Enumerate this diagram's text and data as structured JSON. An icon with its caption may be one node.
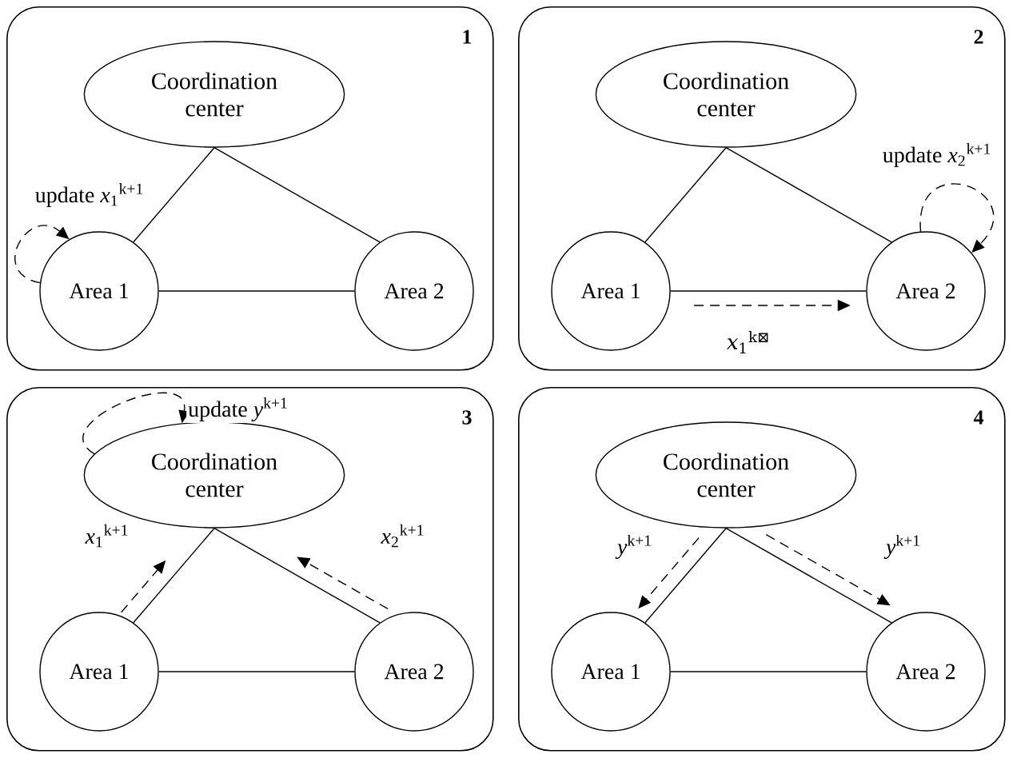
{
  "diagram": {
    "nodes": [
      {
        "text": [
          "1"
        ]
      },
      {
        "text": [
          "Coordination center"
        ],
        "in": 0
      },
      {
        "text": [
          "Area 1"
        ],
        "in": 0
      },
      {
        "text": [
          "Area 2"
        ],
        "in": 0
      },
      {
        "text": [
          "2"
        ]
      },
      {
        "text": [
          "Coordination center"
        ],
        "in": 4
      },
      {
        "text": [
          "Area 1"
        ],
        "in": 4
      },
      {
        "text": [
          "Area 2"
        ],
        "in": 4
      },
      {
        "text": [
          "3"
        ]
      },
      {
        "text": [
          "Coordination center"
        ],
        "in": 8
      },
      {
        "text": [
          "Area 1"
        ],
        "in": 8
      },
      {
        "text": [
          "Area 2"
        ],
        "in": 8
      },
      {
        "text": [
          "4"
        ]
      },
      {
        "text": [
          "Coordination center"
        ],
        "in": 12
      },
      {
        "text": [
          "Area 1"
        ],
        "in": 12
      },
      {
        "text": [
          "Area 2"
        ],
        "in": 12
      }
    ],
    "edges": [
      {
        "from": 1,
        "to": 2,
        "arrow": "none"
      },
      {
        "from": 1,
        "to": 3,
        "arrow": "none"
      },
      {
        "from": 2,
        "to": 3,
        "arrow": "none"
      },
      {
        "from": 2,
        "to": 2,
        "arrow": "to",
        "style": "dashed",
        "label": "update *x*$_{1}$$^{k+1}$"
      },
      {
        "from": 5,
        "to": 6,
        "arrow": "none"
      },
      {
        "from": 5,
        "to": 7,
        "arrow": "none"
      },
      {
        "from": 6,
        "to": 7,
        "arrow": "none"
      },
      {
        "from": 6,
        "to": 7,
        "arrow": "to",
        "style": "dashed",
        "label": "*x*$_{1}$$^{k⊠}$"
      },
      {
        "from": 7,
        "to": 7,
        "arrow": "to",
        "style": "dashed",
        "label": "update *x*$_{2}$$^{k+1}$"
      },
      {
        "from": 9,
        "to": 10,
        "arrow": "none"
      },
      {
        "from": 9,
        "to": 11,
        "arrow": "none"
      },
      {
        "from": 10,
        "to": 11,
        "arrow": "none"
      },
      {
        "from": 9,
        "to": 9,
        "arrow": "to",
        "style": "dashed",
        "label": "update *y*$^{k+1}$"
      },
      {
        "from": 10,
        "to": 9,
        "arrow": "to",
        "style": "dashed",
        "label": "*x*$_{1}$$^{k+1}$"
      },
      {
        "from": 11,
        "to": 9,
        "arrow": "to",
        "style": "dashed",
        "label": "*x*$_{2}$$^{k+1}$"
      },
      {
        "from": 13,
        "to": 14,
        "arrow": "none"
      },
      {
        "from": 13,
        "to": 15,
        "arrow": "none"
      },
      {
        "from": 14,
        "to": 15,
        "arrow": "none"
      },
      {
        "from": 13,
        "to": 14,
        "arrow": "to",
        "style": "dashed",
        "label": "*y*$^{k+1}$"
      },
      {
        "from": 13,
        "to": 15,
        "arrow": "to",
        "style": "dashed",
        "label": "*y*$^{k+1}$"
      }
    ]
  }
}
